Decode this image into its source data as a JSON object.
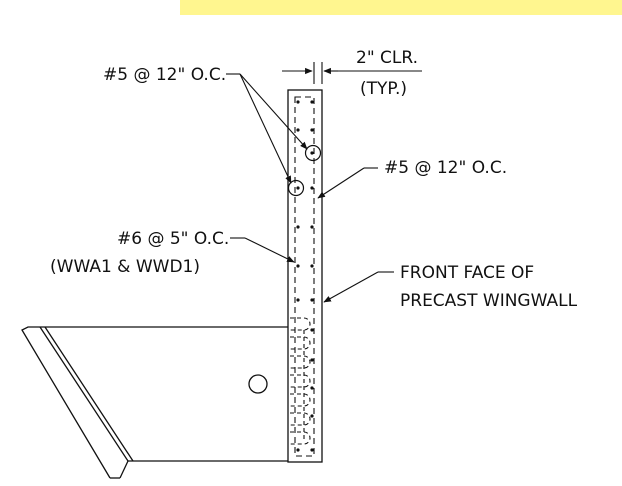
{
  "labels": {
    "clear": "2\" CLR.",
    "typ": "(TYP.)",
    "bar_top_left": "#5 @ 12\" O.C.",
    "bar_right": "#5 @ 12\" O.C.",
    "bar_mid_left": "#6 @ 5\" O.C.",
    "bar_mid_left_sub": "(WWA1 & WWD1)",
    "front_face_1": "FRONT FACE OF",
    "front_face_2": "PRECAST WINGWALL"
  },
  "colors": {
    "highlight": "#fff68f",
    "line": "#111111"
  }
}
